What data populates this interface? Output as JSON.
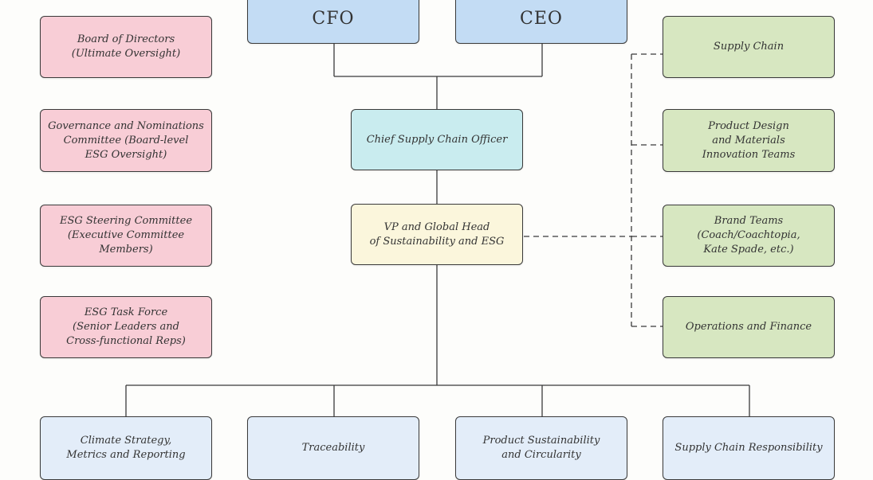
{
  "board": {
    "directors": "Board of Directors\n(Ultimate Oversight)",
    "governance": "Governance and Nominations\nCommittee (Board-level\nESG Oversight)",
    "steering": "ESG Steering Committee\n(Executive Committee\nMembers)",
    "task_force": "ESG Task Force\n(Senior Leaders and\nCross-functional Reps)"
  },
  "executives": {
    "cfo": "CFO",
    "ceo": "CEO"
  },
  "chain": {
    "cscio": "Chief Supply Chain Officer",
    "vp": "VP and Global Head\nof Sustainability and ESG"
  },
  "partners": {
    "supply_chain": "Supply Chain",
    "product_design": "Product Design\nand Materials\nInnovation Teams",
    "brand_teams": "Brand Teams\n(Coach/Coachtopia,\nKate Spade, etc.)",
    "operations": "Operations and Finance"
  },
  "teams": {
    "climate": "Climate Strategy,\nMetrics and Reporting",
    "traceability": "Traceability",
    "product_sustainability": "Product Sustainability\nand Circularity",
    "supply_chain_responsibility": "Supply Chain Responsibility"
  },
  "colors": {
    "board": "#f8cdd6",
    "executive": "#c3dcf4",
    "cscio": "#c9ecef",
    "vp": "#fbf6dc",
    "partner": "#d7e7c1",
    "team": "#e3edf9"
  }
}
